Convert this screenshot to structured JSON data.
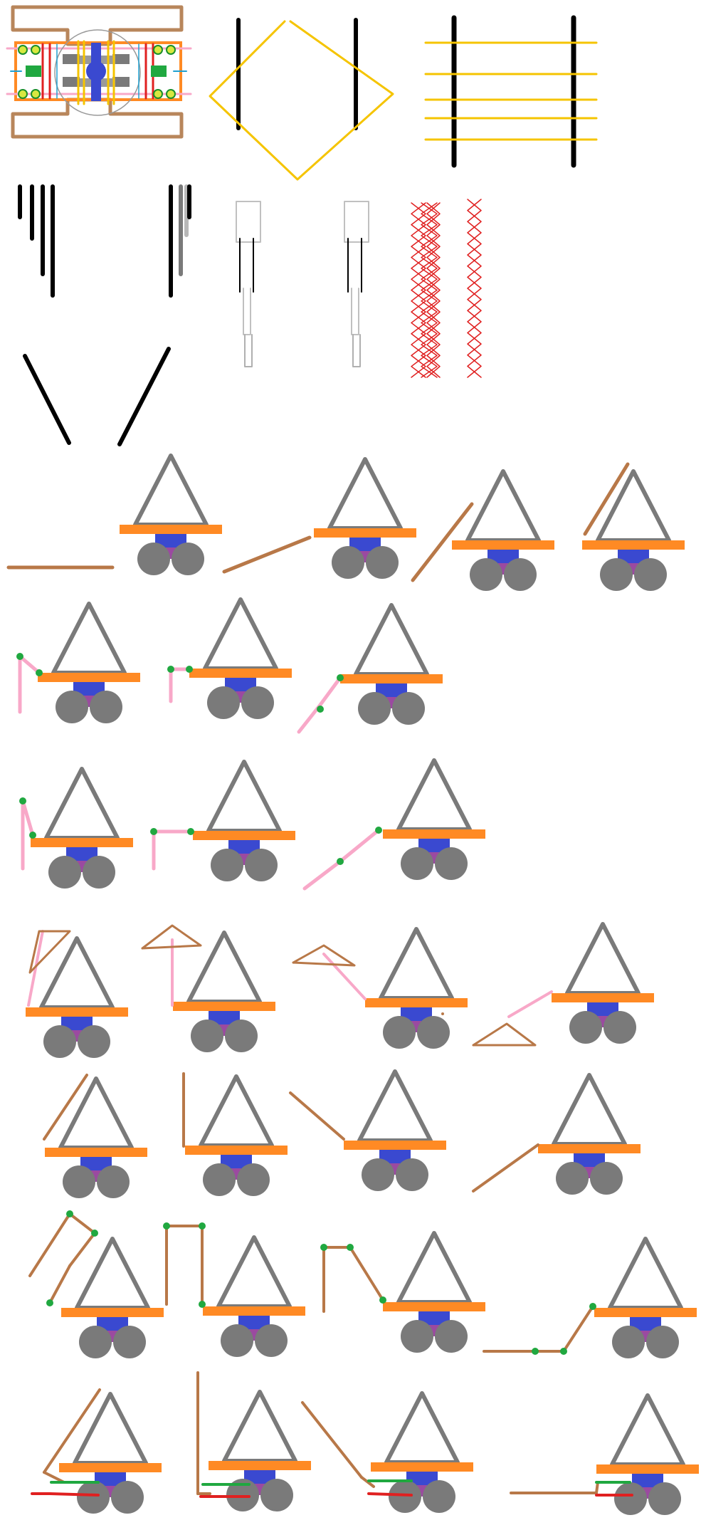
{
  "colors": {
    "background": "#ffffff",
    "black": "#000000",
    "gold": "#f5c400",
    "red": "#e02020",
    "brown": "#b87848",
    "tan": "#b8865b",
    "gray": "#7a7a7a",
    "lightgray": "#c0c0c0",
    "orange": "#ff8a24",
    "blue": "#3a49d0",
    "purple": "#9b4aa0",
    "pink": "#f8a8c8",
    "green": "#20a840",
    "darkgreen": "#1a8f2a",
    "cyan": "#20a0d0",
    "yellowgreen": "#d8e840"
  },
  "sections": [
    {
      "id": "top-schematic",
      "kind": "machine-schematic"
    },
    {
      "id": "gold-rhombus-frame",
      "kind": "line-art"
    },
    {
      "id": "ladder-frame",
      "kind": "line-art"
    },
    {
      "id": "black-rod-sets",
      "kind": "line-art"
    },
    {
      "id": "telescoping-tubes",
      "kind": "line-art"
    },
    {
      "id": "red-lattice-columns",
      "kind": "line-art"
    },
    {
      "id": "black-v-lines",
      "kind": "line-art"
    },
    {
      "id": "robot-arm-variants",
      "kind": "robot-rows",
      "rows": 7
    }
  ]
}
